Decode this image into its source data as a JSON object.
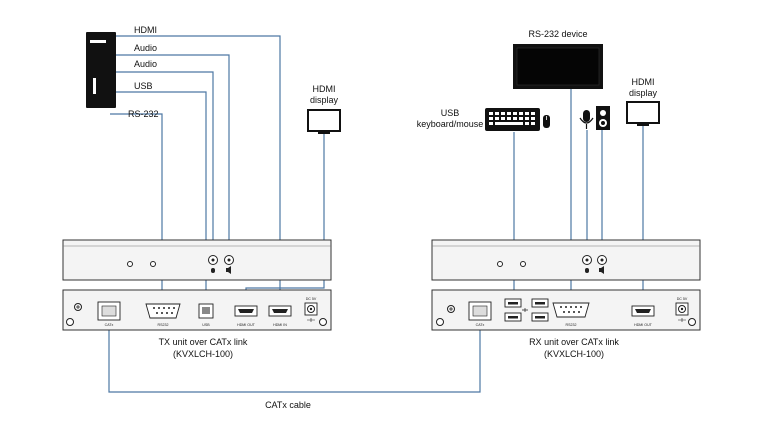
{
  "labels": {
    "hdmi": "HDMI",
    "audio_1": "Audio",
    "audio_2": "Audio",
    "usb": "USB",
    "rs232": "RS-232",
    "hdmi_display_tx": [
      "HDMI",
      "display"
    ],
    "rs232_device": "RS-232 device",
    "usb_keyboard": [
      "USB",
      "keyboard/mouse"
    ],
    "hdmi_display_rx": [
      "HDMI",
      "display"
    ],
    "tx_unit": [
      "TX unit over CATx link",
      "(KVXLCH-100)"
    ],
    "rx_unit": [
      "RX unit over CATx link",
      "(KVXLCH-100)"
    ],
    "catx_cable": "CATx cable"
  },
  "ports_tx": {
    "catx": "CATx",
    "rs232": "RS232",
    "usb": "USB",
    "hdmi_out": "HDMI OUT",
    "hdmi_in": "HDMI IN",
    "dc": "DC 5V"
  },
  "ports_rx": {
    "catx": "CATx",
    "rs232": "RS232",
    "hdmi_out": "HDMI OUT",
    "dc": "DC 5V"
  },
  "colors": {
    "wire": "#4d78a4",
    "device": "#111111",
    "unit_fill": "#f4f4f4"
  },
  "icons": [
    "pc-tower-icon",
    "monitor-icon",
    "keyboard-icon",
    "mouse-icon",
    "microphone-icon",
    "speaker-icon",
    "ground-icon",
    "usb-symbol-icon"
  ]
}
